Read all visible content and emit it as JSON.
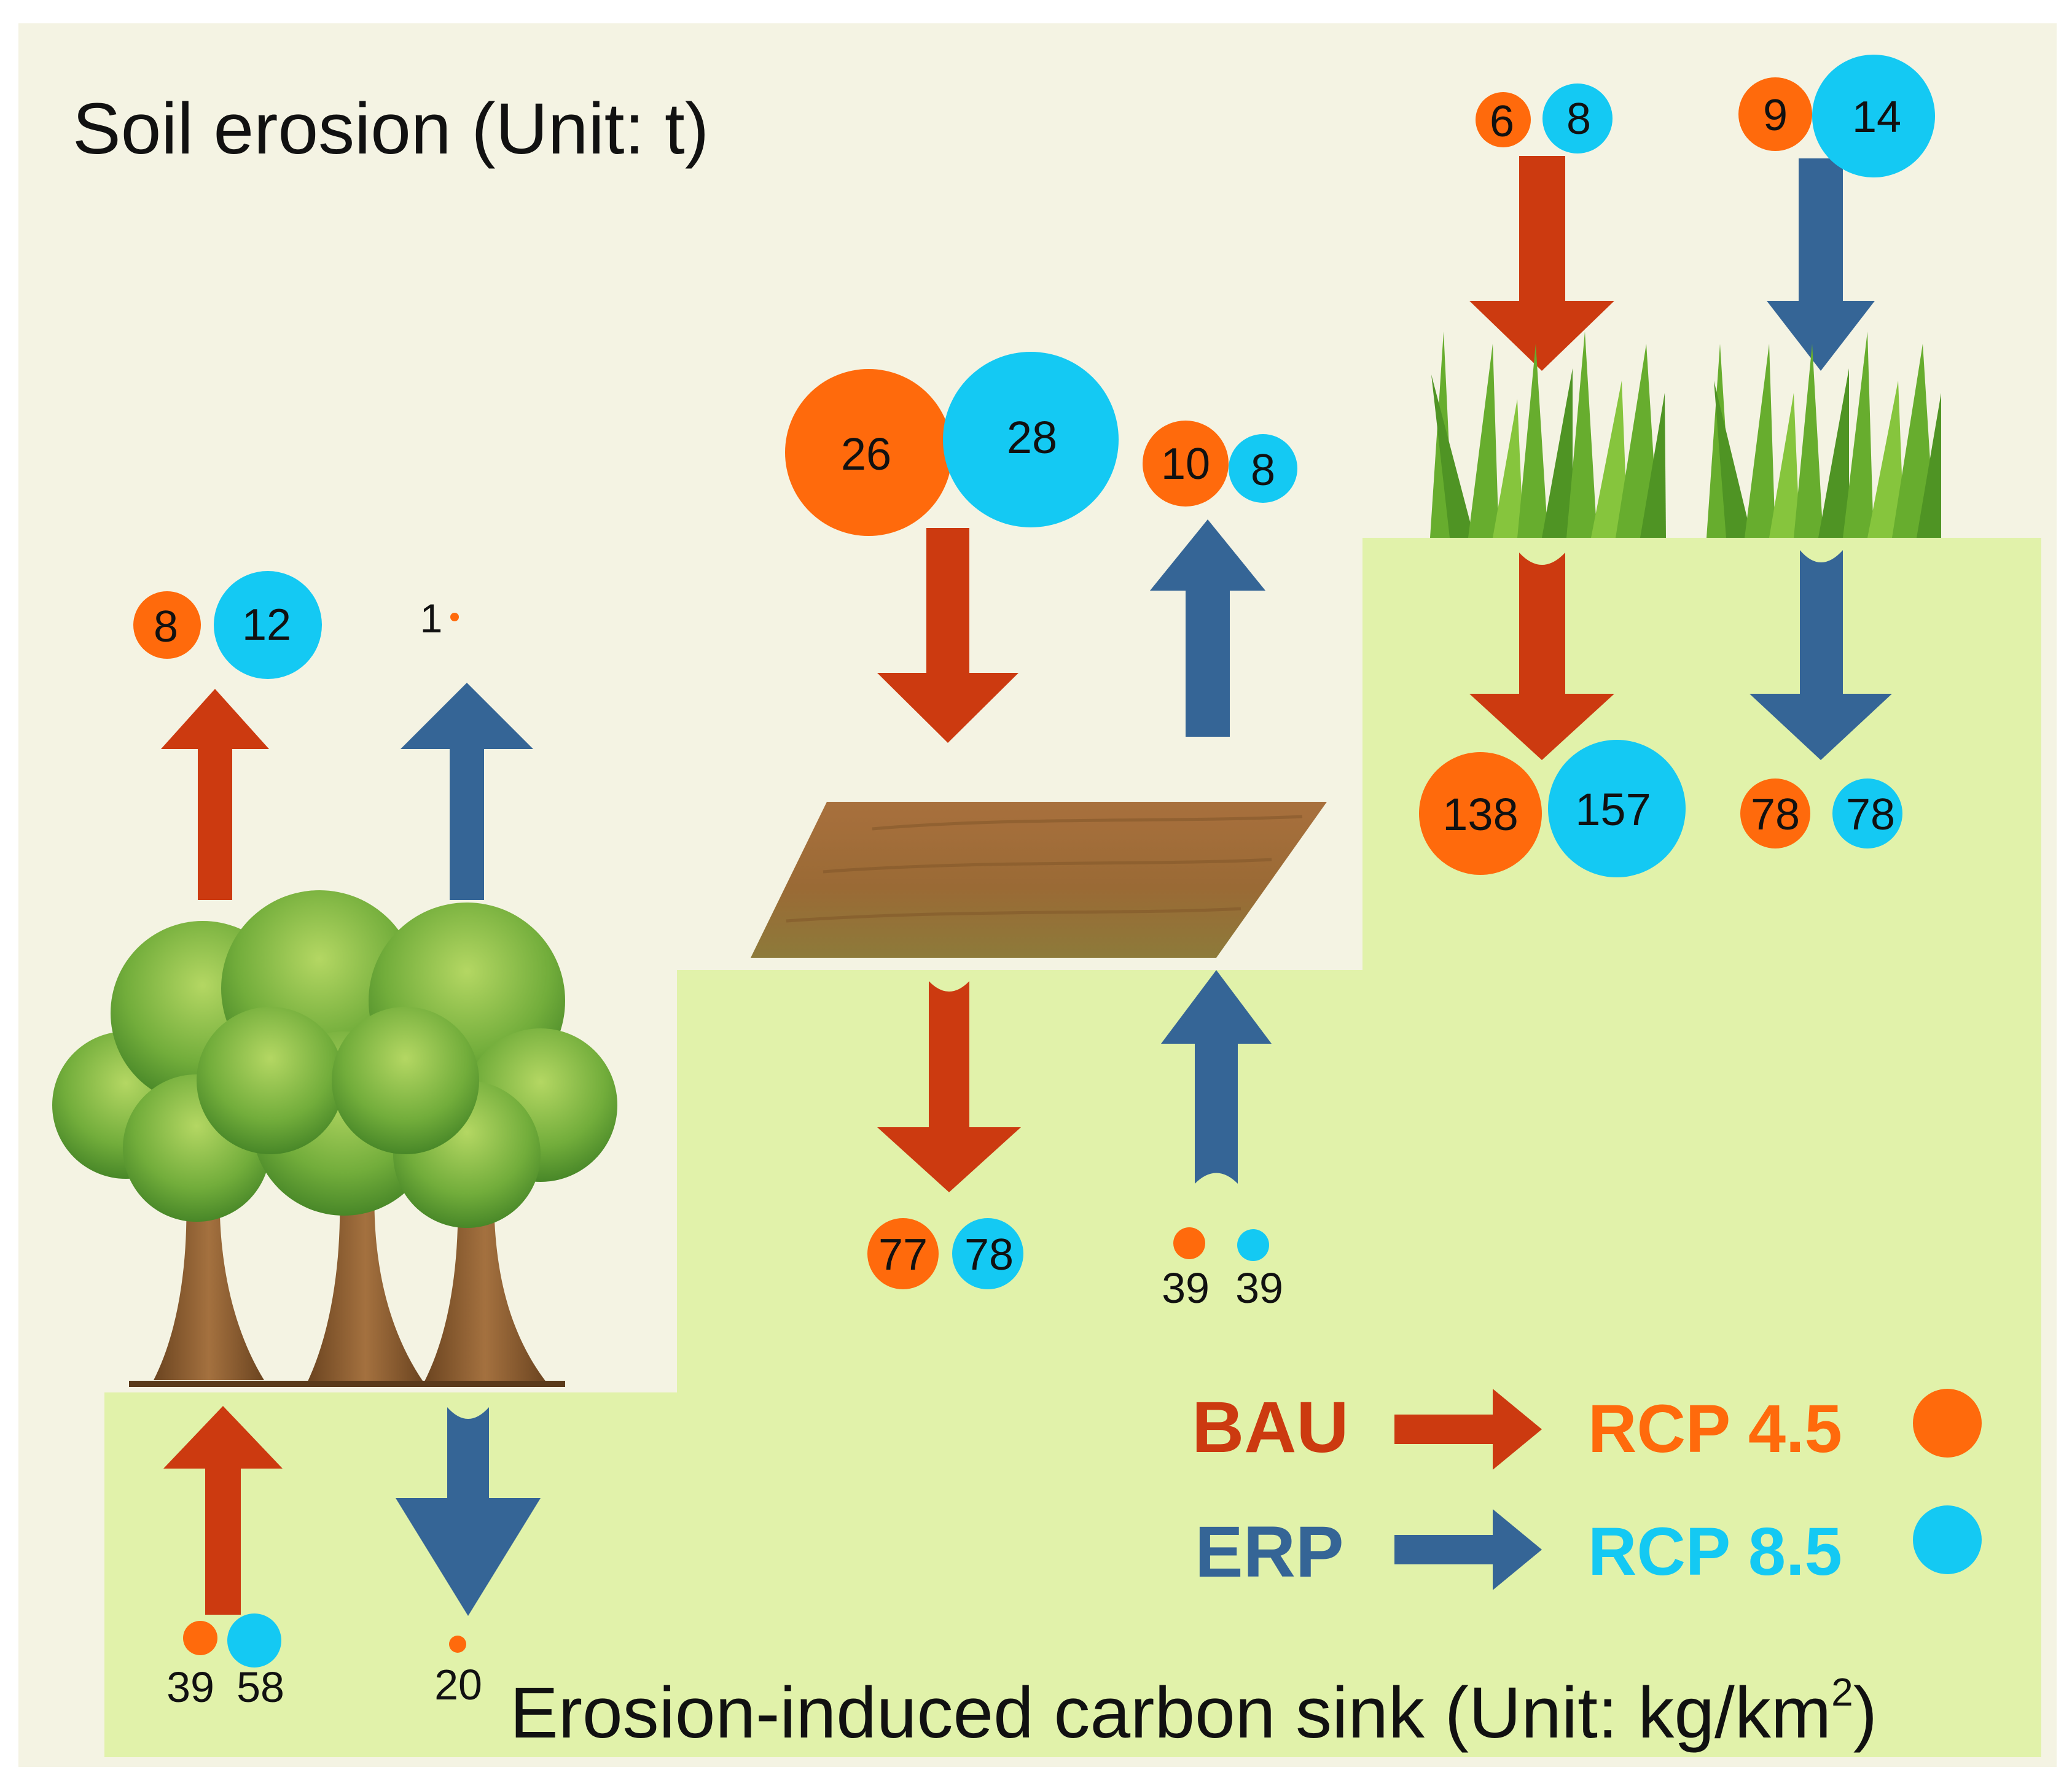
{
  "title": "Soil erosion (Unit: t)",
  "bottom_label": {
    "main": "Erosion-induced carbon sink (Unit: kg/km",
    "sup": "2",
    "close": ")"
  },
  "colors": {
    "background": "#f4f3e3",
    "ground": "#e1f2aa",
    "bau_arrow": "#cc3a10",
    "erp_arrow": "#356596",
    "rcp45": "#ff6a0c",
    "rcp85": "#14c9f3"
  },
  "legend": {
    "bau": "BAU",
    "erp": "ERP",
    "rcp45_label": "RCP",
    "rcp45_value": "4.5",
    "rcp85_label": "RCP",
    "rcp85_value": "8.5"
  },
  "icons": [
    "tree-group-icon",
    "farmland-icon",
    "grass-icon"
  ],
  "values": {
    "forest_bau_top": {
      "rcp45": "8",
      "rcp85": "12"
    },
    "forest_erp_top": {
      "rcp45": "1"
    },
    "forest_bau_bottom": {
      "rcp45": "39",
      "rcp85": "58"
    },
    "forest_erp_bottom": {
      "rcp45": "20"
    },
    "crop_bau_top": {
      "rcp45": "26",
      "rcp85": "28"
    },
    "crop_erp_top": {
      "rcp45": "10",
      "rcp85": "8"
    },
    "crop_bau_bottom": {
      "rcp45": "77",
      "rcp85": "78"
    },
    "crop_erp_bottom": {
      "rcp45": "39",
      "rcp85": "39"
    },
    "grass_bau_top": {
      "rcp45": "6",
      "rcp85": "8"
    },
    "grass_erp_top": {
      "rcp45": "9",
      "rcp85": "14"
    },
    "grass_bau_bottom": {
      "rcp45": "138",
      "rcp85": "157"
    },
    "grass_erp_bottom": {
      "rcp45": "78",
      "rcp85": "78"
    }
  }
}
